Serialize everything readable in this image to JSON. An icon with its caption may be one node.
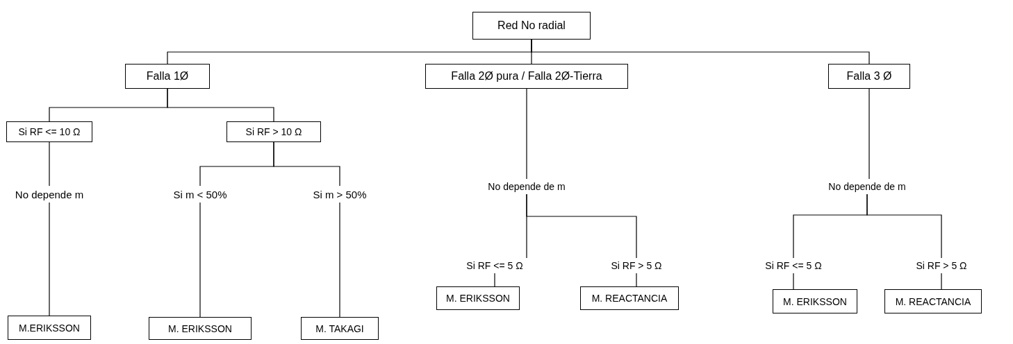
{
  "diagram": {
    "nodes": [
      {
        "text": [
          "Red No radial"
        ]
      },
      {
        "text": [
          "Falla 1Ø"
        ]
      },
      {
        "text": [
          "Falla 2Ø pura / Falla 2Ø-Tierra"
        ]
      },
      {
        "text": [
          "Falla 3 Ø"
        ]
      },
      {
        "text": [
          "Si RF <= 10 Ω"
        ]
      },
      {
        "text": [
          "Si RF > 10 Ω"
        ]
      },
      {
        "text": [
          "No depende m"
        ]
      },
      {
        "text": [
          "Si m < 50%"
        ]
      },
      {
        "text": [
          "Si m > 50%"
        ]
      },
      {
        "text": [
          "M.ERIKSSON"
        ]
      },
      {
        "text": [
          "M. ERIKSSON"
        ]
      },
      {
        "text": [
          "M. TAKAGI"
        ]
      },
      {
        "text": [
          "No depende de m"
        ]
      },
      {
        "text": [
          "Si RF <= 5 Ω"
        ]
      },
      {
        "text": [
          "Si RF > 5 Ω"
        ]
      },
      {
        "text": [
          "M. ERIKSSON"
        ]
      },
      {
        "text": [
          "M. REACTANCIA"
        ]
      },
      {
        "text": [
          "No depende de m"
        ]
      },
      {
        "text": [
          "Si RF <= 5 Ω"
        ]
      },
      {
        "text": [
          "Si RF > 5 Ω"
        ]
      },
      {
        "text": [
          "M. ERIKSSON"
        ]
      },
      {
        "text": [
          "M. REACTANCIA"
        ]
      }
    ],
    "edges": [
      {
        "from": 0,
        "to": 1,
        "arrow": "none"
      },
      {
        "from": 0,
        "to": 2,
        "arrow": "none"
      },
      {
        "from": 0,
        "to": 3,
        "arrow": "none"
      },
      {
        "from": 1,
        "to": 4,
        "arrow": "none"
      },
      {
        "from": 1,
        "to": 5,
        "arrow": "none"
      },
      {
        "from": 4,
        "to": 6,
        "arrow": "none"
      },
      {
        "from": 6,
        "to": 9,
        "arrow": "none"
      },
      {
        "from": 5,
        "to": 7,
        "arrow": "none"
      },
      {
        "from": 5,
        "to": 8,
        "arrow": "none"
      },
      {
        "from": 7,
        "to": 10,
        "arrow": "none"
      },
      {
        "from": 8,
        "to": 11,
        "arrow": "none"
      },
      {
        "from": 2,
        "to": 12,
        "arrow": "none"
      },
      {
        "from": 12,
        "to": 13,
        "arrow": "none"
      },
      {
        "from": 12,
        "to": 14,
        "arrow": "none"
      },
      {
        "from": 13,
        "to": 15,
        "arrow": "none"
      },
      {
        "from": 14,
        "to": 16,
        "arrow": "none"
      },
      {
        "from": 3,
        "to": 17,
        "arrow": "none"
      },
      {
        "from": 17,
        "to": 18,
        "arrow": "none"
      },
      {
        "from": 17,
        "to": 19,
        "arrow": "none"
      },
      {
        "from": 18,
        "to": 20,
        "arrow": "none"
      },
      {
        "from": 19,
        "to": 21,
        "arrow": "none"
      }
    ]
  }
}
